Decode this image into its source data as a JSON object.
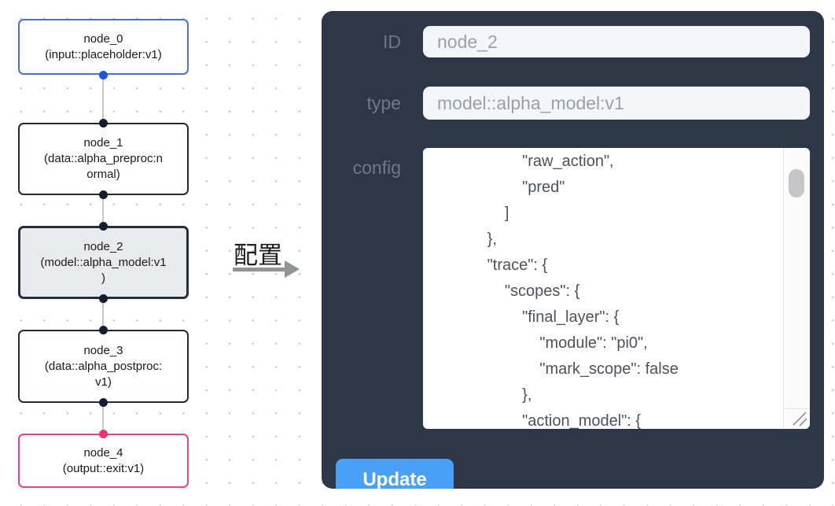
{
  "canvas": {
    "grid_dot_color": "#c7cacd"
  },
  "flow": {
    "edge_color": "#c3c6ca",
    "nodes": [
      {
        "id": "node_0",
        "label": "node_0\n(input::placeholder:v1)",
        "kind": "input",
        "accent": "#4a72d3",
        "port_color": "#1f55d4"
      },
      {
        "id": "node_1",
        "label": "node_1\n(data::alpha_preproc:n\normal)",
        "kind": "process",
        "accent": "#1f2a3a",
        "port_color": "#141e2d"
      },
      {
        "id": "node_2",
        "label": "node_2\n(model::alpha_model:v1\n)",
        "kind": "process-selected",
        "accent": "#242e3e",
        "port_color": "#141e2d",
        "selected_bg": "#e9eaed"
      },
      {
        "id": "node_3",
        "label": "node_3\n(data::alpha_postproc:\nv1)",
        "kind": "process",
        "accent": "#1f2a3a",
        "port_color": "#141e2d"
      },
      {
        "id": "node_4",
        "label": "node_4\n(output::exit:v1)",
        "kind": "output",
        "accent": "#e5457e",
        "port_color": "#ec3275"
      }
    ]
  },
  "annotation": {
    "label": "配置",
    "arrow_color": "#909398"
  },
  "panel": {
    "background": "#2d3748",
    "id_label": "ID",
    "id_value": "node_2",
    "type_label": "type",
    "type_value": "model::alpha_model:v1",
    "config_label": "config",
    "config_text": "                    \"raw_action\",\n                    \"pred\"\n                ]\n            },\n            \"trace\": {\n                \"scopes\": {\n                    \"final_layer\": {\n                        \"module\": \"pi0\",\n                        \"mark_scope\": false\n                    },\n                    \"action_model\": {",
    "update_label": "Update",
    "button_color": "#49a0f6"
  }
}
